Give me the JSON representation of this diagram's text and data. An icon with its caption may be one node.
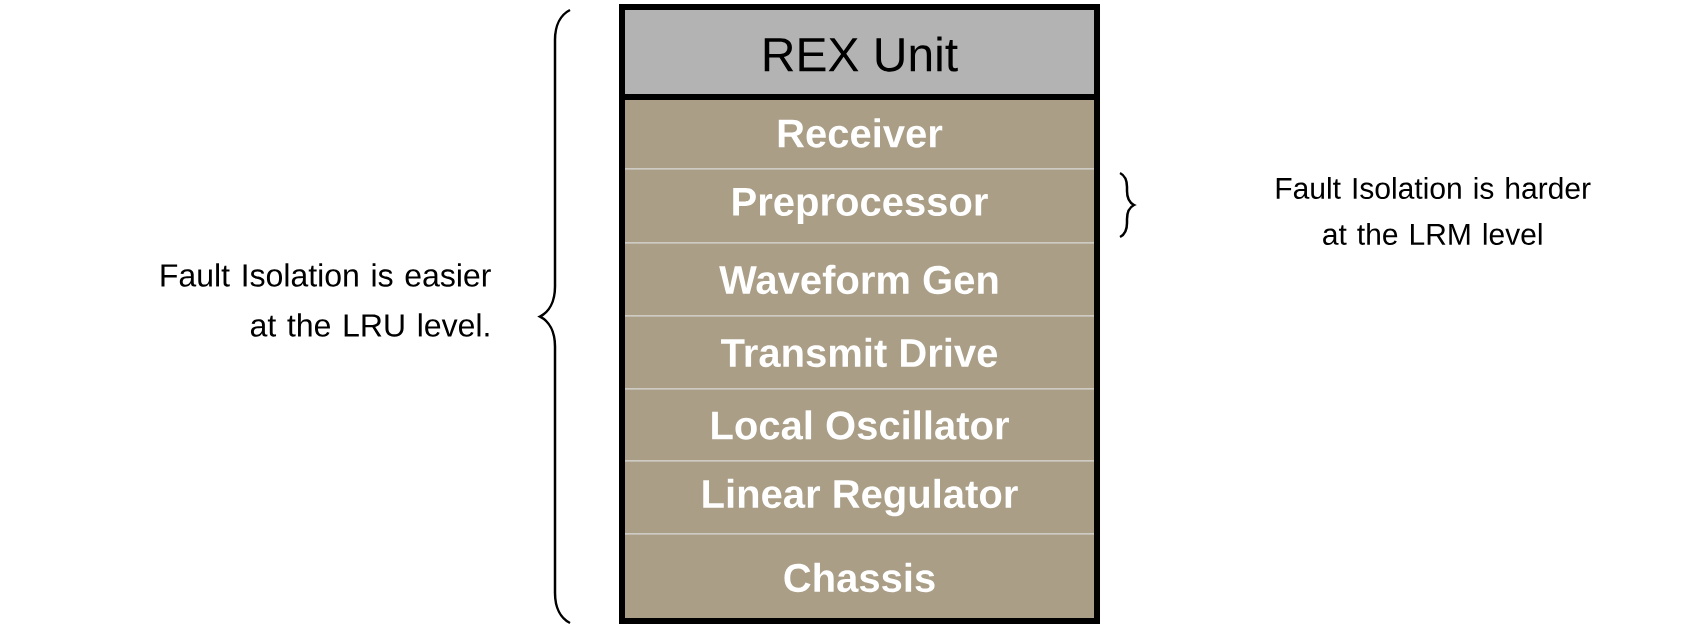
{
  "diagram": {
    "nodes": [
      {
        "text": [
          "REX Unit"
        ]
      },
      {
        "text": [
          "Receiver"
        ],
        "in": 0
      },
      {
        "text": [
          "Preprocessor"
        ],
        "in": 0
      },
      {
        "text": [
          "Waveform Gen"
        ],
        "in": 0
      },
      {
        "text": [
          "Transmit Drive"
        ],
        "in": 0
      },
      {
        "text": [
          "Local Oscillator"
        ],
        "in": 0
      },
      {
        "text": [
          "Linear Regulator"
        ],
        "in": 0
      },
      {
        "text": [
          "Chassis"
        ],
        "in": 0
      }
    ],
    "labels": [
      "Fault Isolation is easier at the LRU level.",
      "Fault Isolation is harder at the LRM level"
    ]
  }
}
